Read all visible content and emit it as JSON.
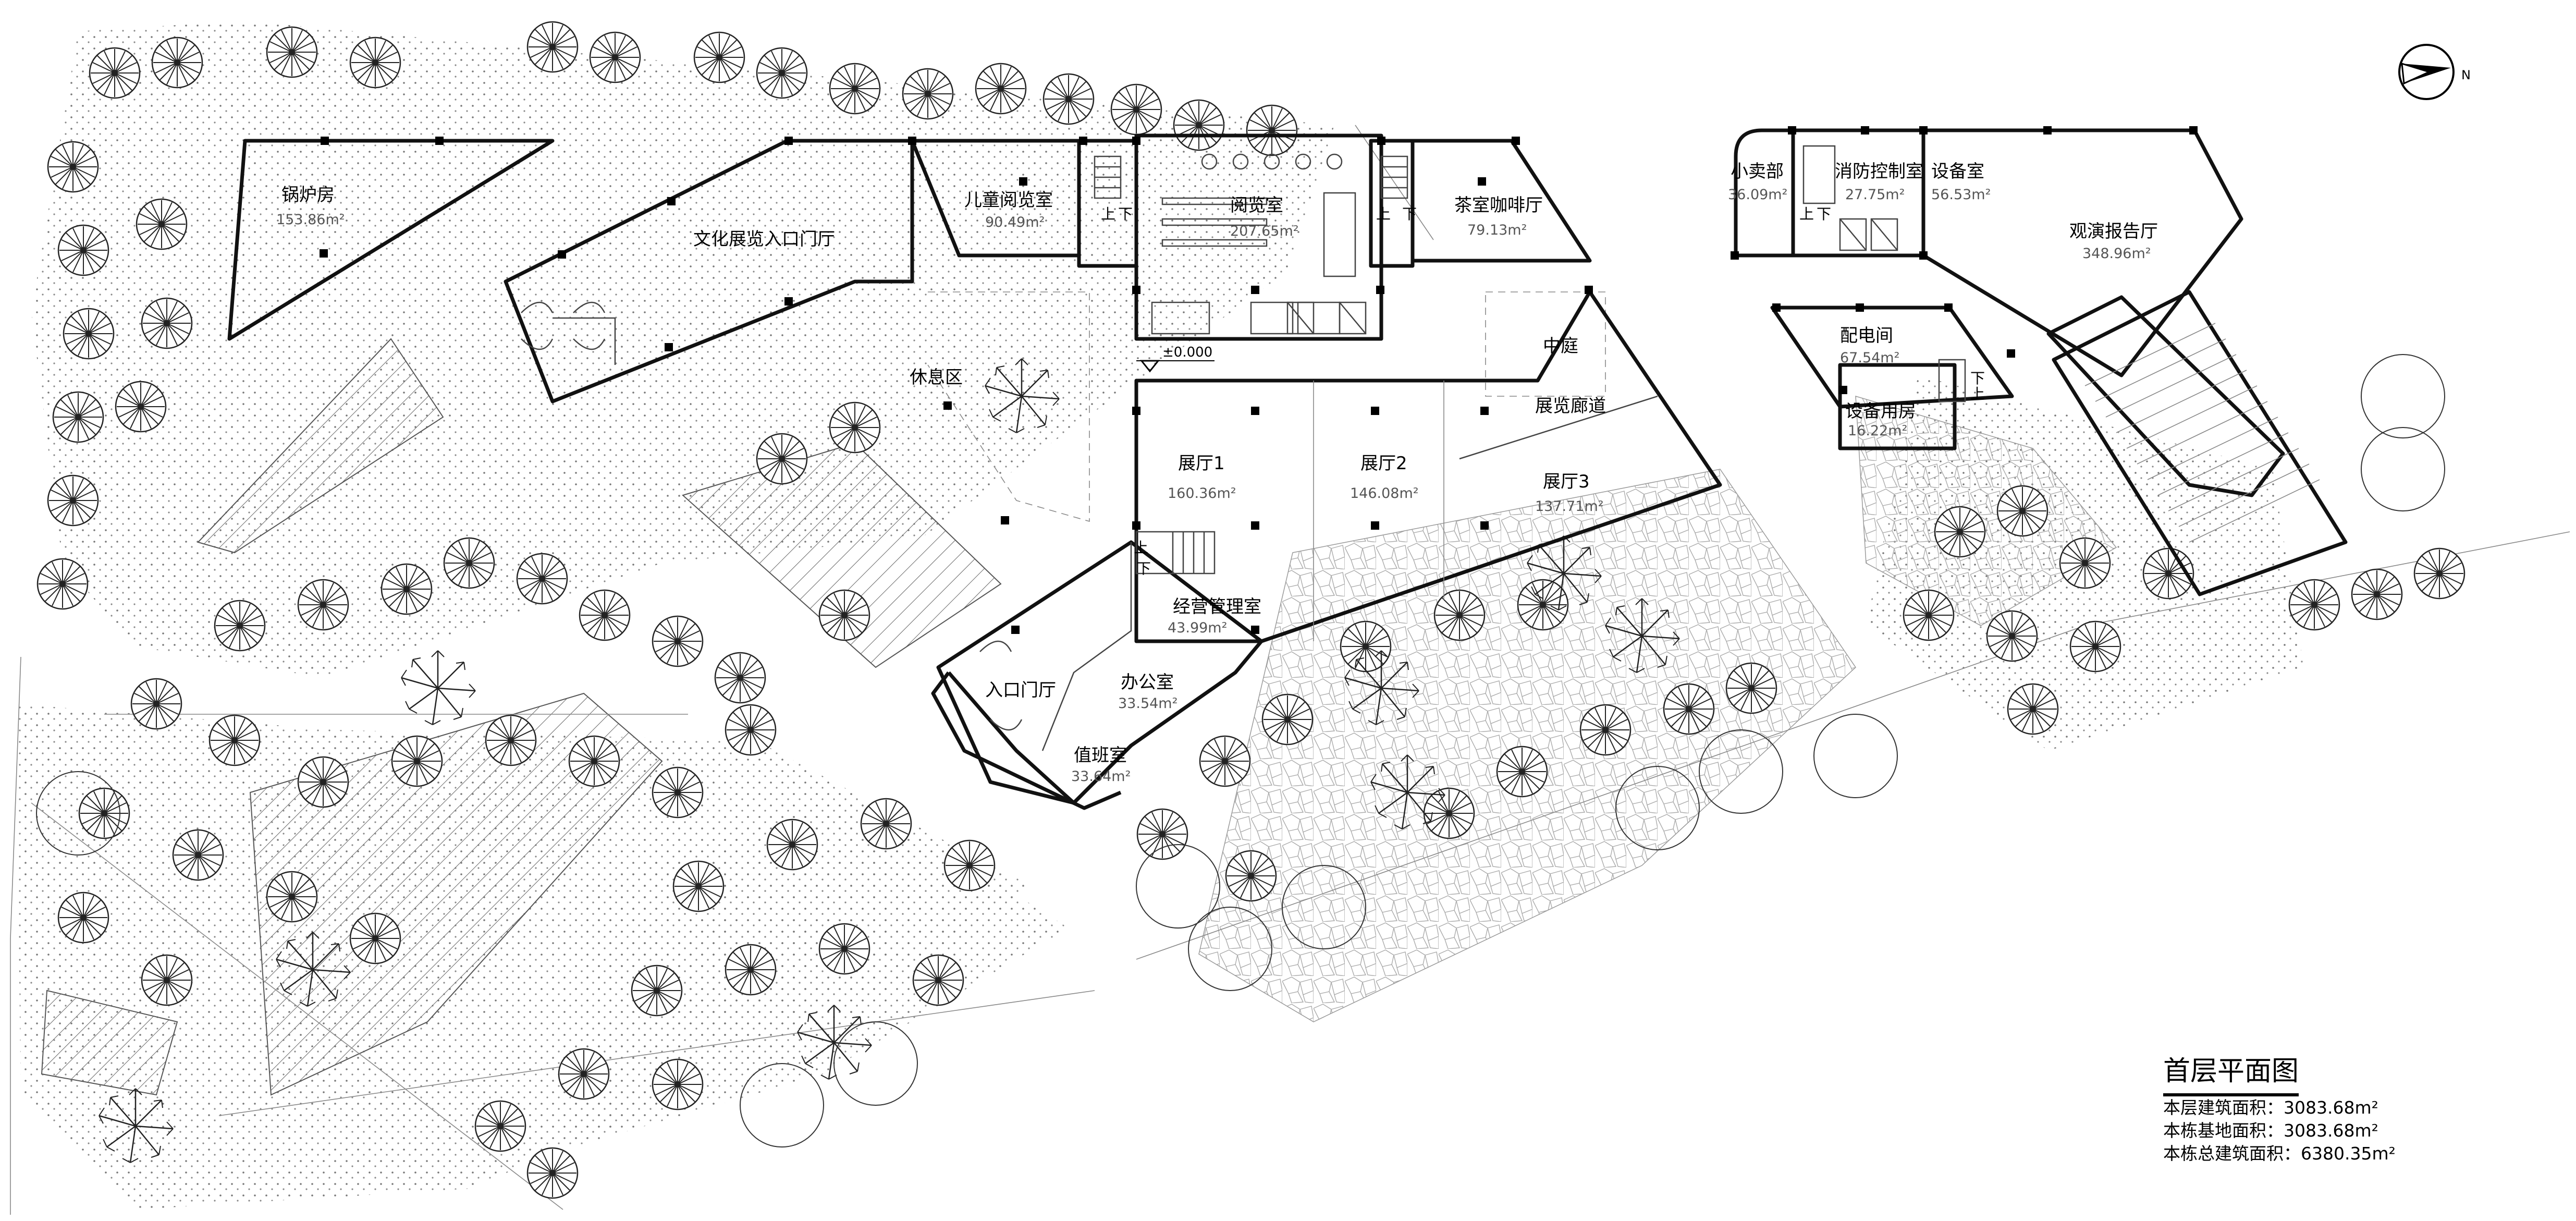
{
  "drawing": {
    "title": "首层平面图",
    "level_mark": "±0.000",
    "north_label": "N"
  },
  "rooms": [
    {
      "id": "boiler",
      "name": "锅炉房",
      "area": "153.86m²"
    },
    {
      "id": "culture_hall",
      "name": "文化展览入口门厅",
      "area": ""
    },
    {
      "id": "children_reading",
      "name": "儿童阅览室",
      "area": "90.49m²"
    },
    {
      "id": "reading",
      "name": "阅览室",
      "area": "207.65m²"
    },
    {
      "id": "tea_cafe",
      "name": "茶室咖啡厅",
      "area": "79.13m²"
    },
    {
      "id": "courtyard",
      "name": "中庭",
      "area": ""
    },
    {
      "id": "corridor",
      "name": "展览廊道",
      "area": ""
    },
    {
      "id": "rest",
      "name": "休息区",
      "area": ""
    },
    {
      "id": "hall1",
      "name": "展厅1",
      "area": "160.36m²"
    },
    {
      "id": "hall2",
      "name": "展厅2",
      "area": "146.08m²"
    },
    {
      "id": "hall3",
      "name": "展厅3",
      "area": "137.71m²"
    },
    {
      "id": "mgmt",
      "name": "经营管理室",
      "area": "43.99m²"
    },
    {
      "id": "office",
      "name": "办公室",
      "area": "33.54m²"
    },
    {
      "id": "entrance",
      "name": "入口门厅",
      "area": ""
    },
    {
      "id": "duty",
      "name": "值班室",
      "area": "33.64m²"
    },
    {
      "id": "kiosk",
      "name": "小卖部",
      "area": "36.09m²"
    },
    {
      "id": "fire_control",
      "name": "消防控制室",
      "area": "27.75m²"
    },
    {
      "id": "equipment",
      "name": "设备室",
      "area": "56.53m²"
    },
    {
      "id": "auditorium",
      "name": "观演报告厅",
      "area": "348.96m²"
    },
    {
      "id": "power",
      "name": "配电间",
      "area": "67.54m²"
    },
    {
      "id": "equip_storage",
      "name": "设备用房",
      "area": "16.22m²"
    }
  ],
  "stairs": {
    "up": "上",
    "down": "下"
  },
  "stats": [
    "本层建筑面积：3083.68m²",
    "本栋基地面积：3083.68m²",
    "本栋总建筑面积：6380.35m²"
  ]
}
